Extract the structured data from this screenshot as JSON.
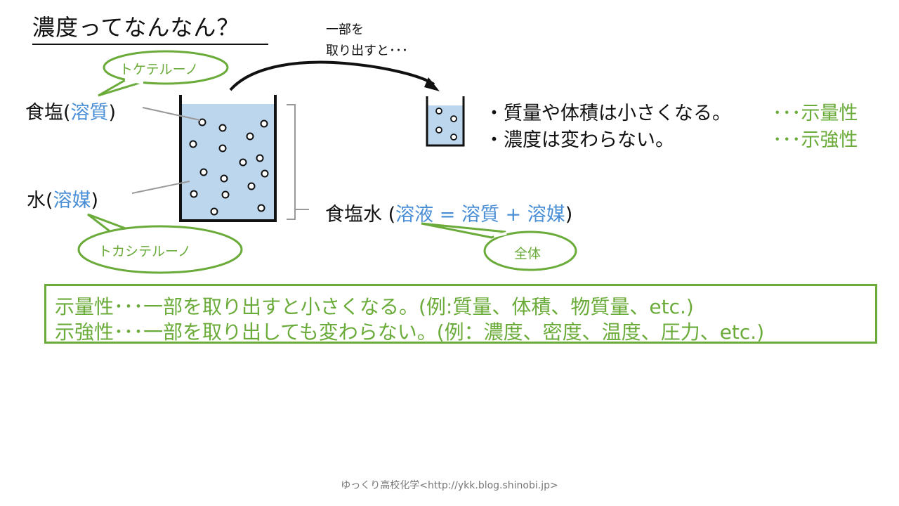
{
  "title": "濃度ってなんなん？",
  "note": {
    "line1": "一部を",
    "line2": "取り出すと･･･"
  },
  "labels": {
    "salt": {
      "main": "食塩(",
      "sub": "溶質",
      "close": ")"
    },
    "water": {
      "main": "水(",
      "sub": "溶媒",
      "close": ")"
    },
    "solution": {
      "main": "食塩水 (",
      "sub": "溶液 = 溶質 + 溶媒",
      "close": ")"
    }
  },
  "bubbles": {
    "salt": "トケテルーノ",
    "water": "トカシテルーノ",
    "solution": "全体"
  },
  "bullets": [
    {
      "text": "・質量や体積は小さくなる。",
      "prop": "･･･示量性"
    },
    {
      "text": "・濃度は変わらない。",
      "prop": "･･･示強性"
    }
  ],
  "summary": {
    "line1": "示量性･･･一部を取り出すと小さくなる。(例:質量、体積、物質量、etc.)",
    "line2": "示強性･･･一部を取り出しても変わらない。(例：濃度、密度、温度、圧力、etc.)"
  },
  "footer": "ゆっくり高校化学<http://ykk.blog.shinobi.jp>",
  "colors": {
    "green": "#6aab3a",
    "blue": "#4a8fd6",
    "liquid": "#bcd6ee"
  },
  "icons": [
    "beaker-large",
    "beaker-small",
    "curved-arrow"
  ]
}
